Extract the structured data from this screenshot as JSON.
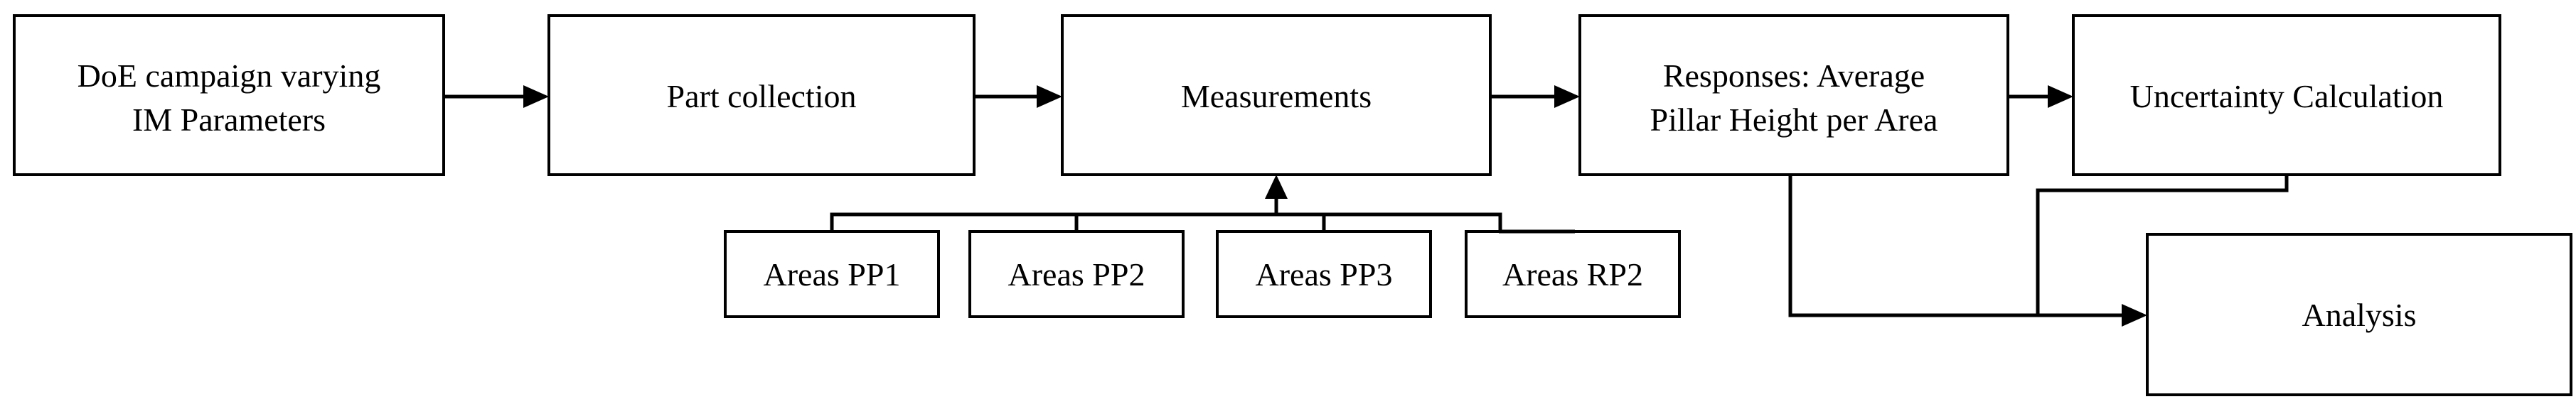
{
  "nodes": {
    "doe": {
      "line1": "DoE campaign varying",
      "line2": "IM Parameters"
    },
    "part": {
      "label": "Part collection"
    },
    "measurements": {
      "label": "Measurements"
    },
    "responses": {
      "line1": "Responses: Average",
      "line2": "Pillar Height per Area"
    },
    "uncertainty": {
      "label": "Uncertainty Calculation"
    },
    "pp1": {
      "label": "Areas PP1"
    },
    "pp2": {
      "label": "Areas PP2"
    },
    "pp3": {
      "label": "Areas PP3"
    },
    "rp2": {
      "label": "Areas RP2"
    },
    "analysis": {
      "label": "Analysis"
    }
  }
}
